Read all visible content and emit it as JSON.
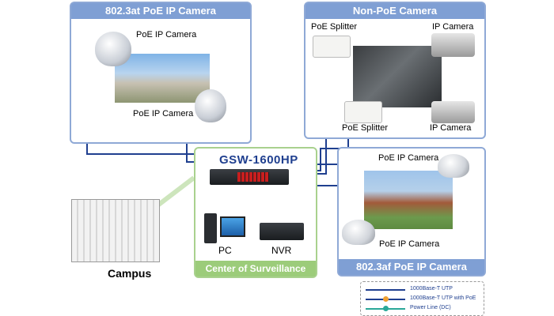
{
  "panels": {
    "top_left_title": "802.3at PoE IP Camera",
    "top_right_title": "Non-PoE Camera",
    "bottom_right_title": "802.3af PoE IP Camera",
    "center_title": "Center of Surveillance"
  },
  "labels": {
    "tl_cam1": "PoE IP Camera",
    "tl_cam2": "PoE IP Camera",
    "tr_splitter1": "PoE Splitter",
    "tr_ipcam1": "IP Camera",
    "tr_splitter2": "PoE Splitter",
    "tr_ipcam2": "IP Camera",
    "br_cam1": "PoE IP Camera",
    "br_cam2": "PoE IP Camera",
    "switch": "GSW-1600HP",
    "pc": "PC",
    "nvr": "NVR",
    "campus": "Campus"
  },
  "legend": {
    "utp": "1000Base-T UTP",
    "utp_poe": "1000Base-T UTP with PoE",
    "power": "Power Line (DC)"
  },
  "colors": {
    "utp": "#1f3f8f",
    "poe_node": "#f0a030",
    "power": "#2aa898",
    "panel": "#7f9fd4",
    "center": "#9ccc7a"
  }
}
